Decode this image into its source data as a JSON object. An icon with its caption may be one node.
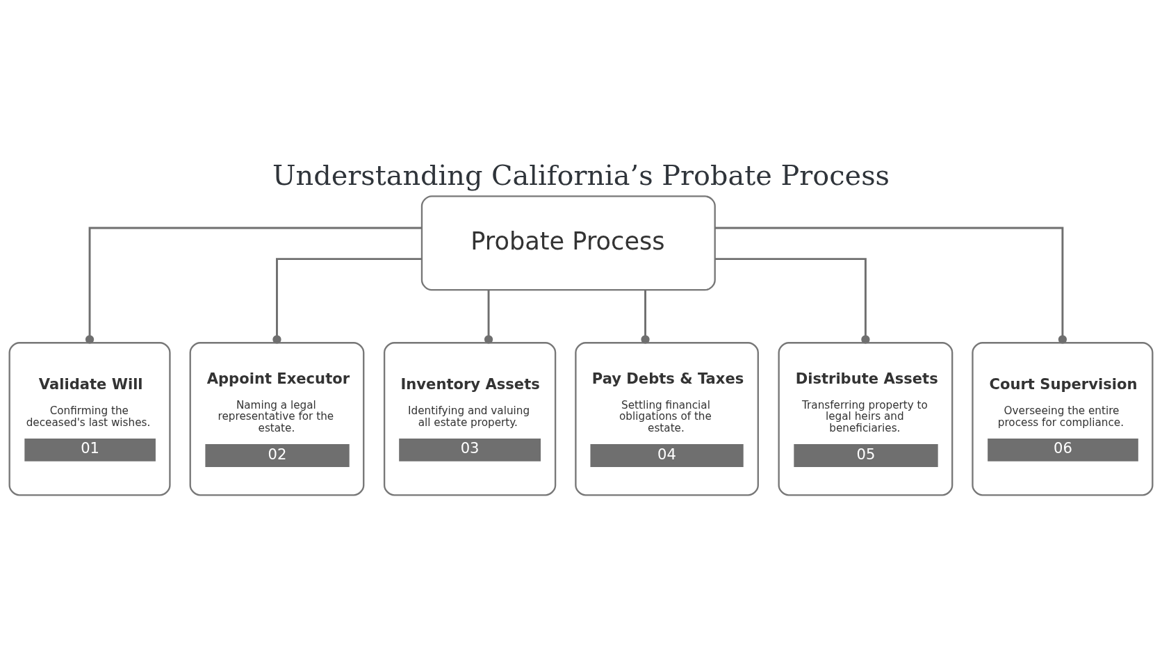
{
  "diagram": {
    "title": "Understanding California’s Probate Process",
    "nodes": [
      {
        "text": [
          "Probate Process"
        ]
      },
      {
        "text": [
          "Validate Will",
          "Confirming the deceased's last wishes.",
          "01"
        ]
      },
      {
        "text": [
          "Appoint Executor",
          "Naming a legal representative for the estate.",
          "02"
        ]
      },
      {
        "text": [
          "Inventory Assets",
          "Identifying and valuing all estate property.",
          "03"
        ]
      },
      {
        "text": [
          "Pay Debts & Taxes",
          "Settling financial obligations of the estate.",
          "04"
        ]
      },
      {
        "text": [
          "Distribute Assets",
          "Transferring property to legal heirs and beneficiaries.",
          "05"
        ]
      },
      {
        "text": [
          "Court Supervision",
          "Overseeing the entire process for compliance.",
          "06"
        ]
      }
    ],
    "edges": [
      {
        "from": 0,
        "to": 1,
        "arrow": "other"
      },
      {
        "from": 0,
        "to": 2,
        "arrow": "other"
      },
      {
        "from": 0,
        "to": 3,
        "arrow": "other"
      },
      {
        "from": 0,
        "to": 4,
        "arrow": "other"
      },
      {
        "from": 0,
        "to": 5,
        "arrow": "other"
      },
      {
        "from": 0,
        "to": 6,
        "arrow": "other"
      }
    ]
  }
}
